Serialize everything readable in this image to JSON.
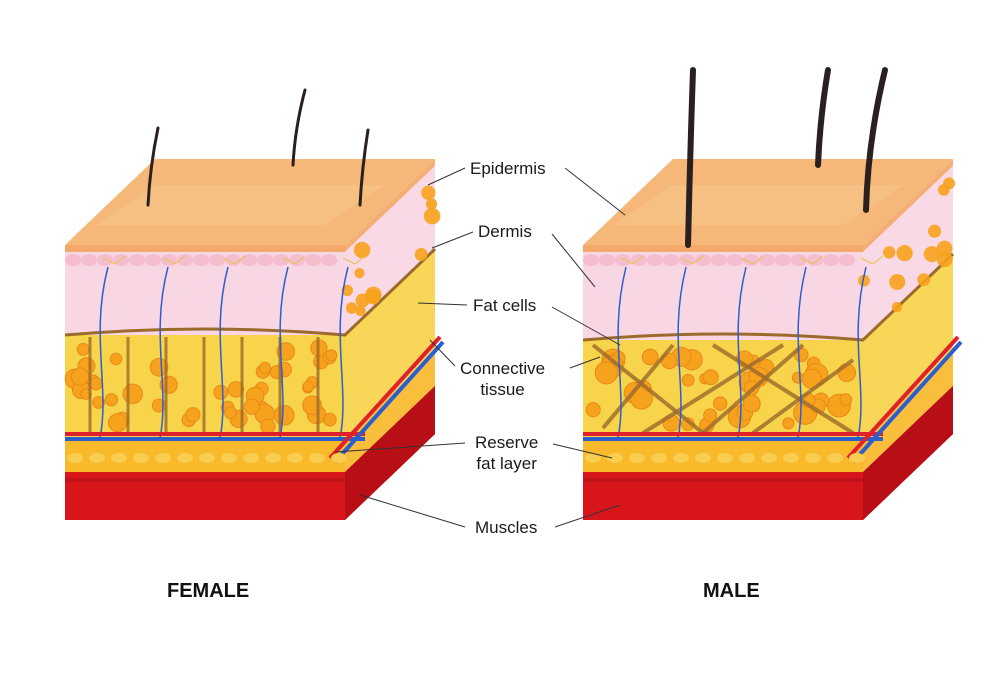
{
  "labels": {
    "epidermis": "Epidermis",
    "dermis": "Dermis",
    "fat_cells": "Fat cells",
    "connective_line1": "Connective",
    "connective_line2": "tissue",
    "reserve_line1": "Reserve",
    "reserve_line2": "fat layer",
    "muscles": "Muscles"
  },
  "titles": {
    "female": "FEMALE",
    "male": "MALE"
  },
  "colors": {
    "epidermis": "#f6b878",
    "dermis": "#f9d6e4",
    "fat": "#f7d44a",
    "fat_cell": "#f7a21c",
    "reserve": "#f8b92a",
    "muscle": "#d9151c",
    "artery": "#e0202a",
    "vein": "#2b5fd0",
    "connective": "#9c6b2c"
  }
}
